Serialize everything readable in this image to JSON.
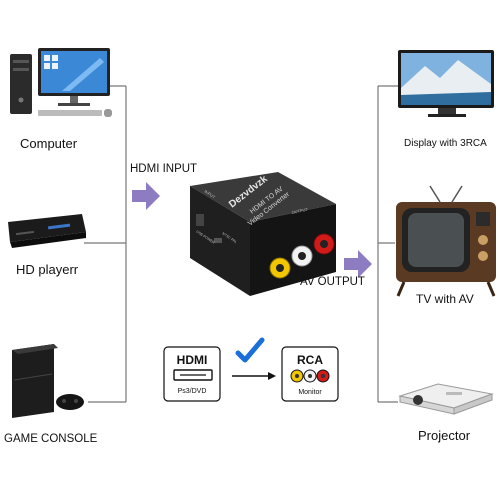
{
  "sources": [
    {
      "label": "Computer"
    },
    {
      "label": "HD playerr"
    },
    {
      "label": "GAME CONSOLE"
    }
  ],
  "outputs": [
    {
      "label": "Display with 3RCA"
    },
    {
      "label": "TV with AV"
    },
    {
      "label": "Projector"
    }
  ],
  "flow": {
    "input_label": "HDMI INPUT",
    "output_label": "AV OUTPUT",
    "arrow_color": "#8e7cc3"
  },
  "device": {
    "brand": "Dezvdvzk",
    "model_line1": "HDMI TO AV",
    "model_line2": "Video Converter",
    "port_input": "INPUT",
    "port_output": "OUTPUT",
    "switch_label": "NTSC PAL",
    "usb_label": "USB POWER",
    "rca_colors": [
      "#f2c600",
      "#f2f2f2",
      "#d11a1a"
    ]
  },
  "diagram": {
    "hdmi_badge": "HDMI",
    "hdmi_sub": "Ps3/DVD",
    "rca_badge": "RCA",
    "rca_sub": "Monitor",
    "check_color": "#1b6fd8",
    "check_icon": "check-icon"
  }
}
